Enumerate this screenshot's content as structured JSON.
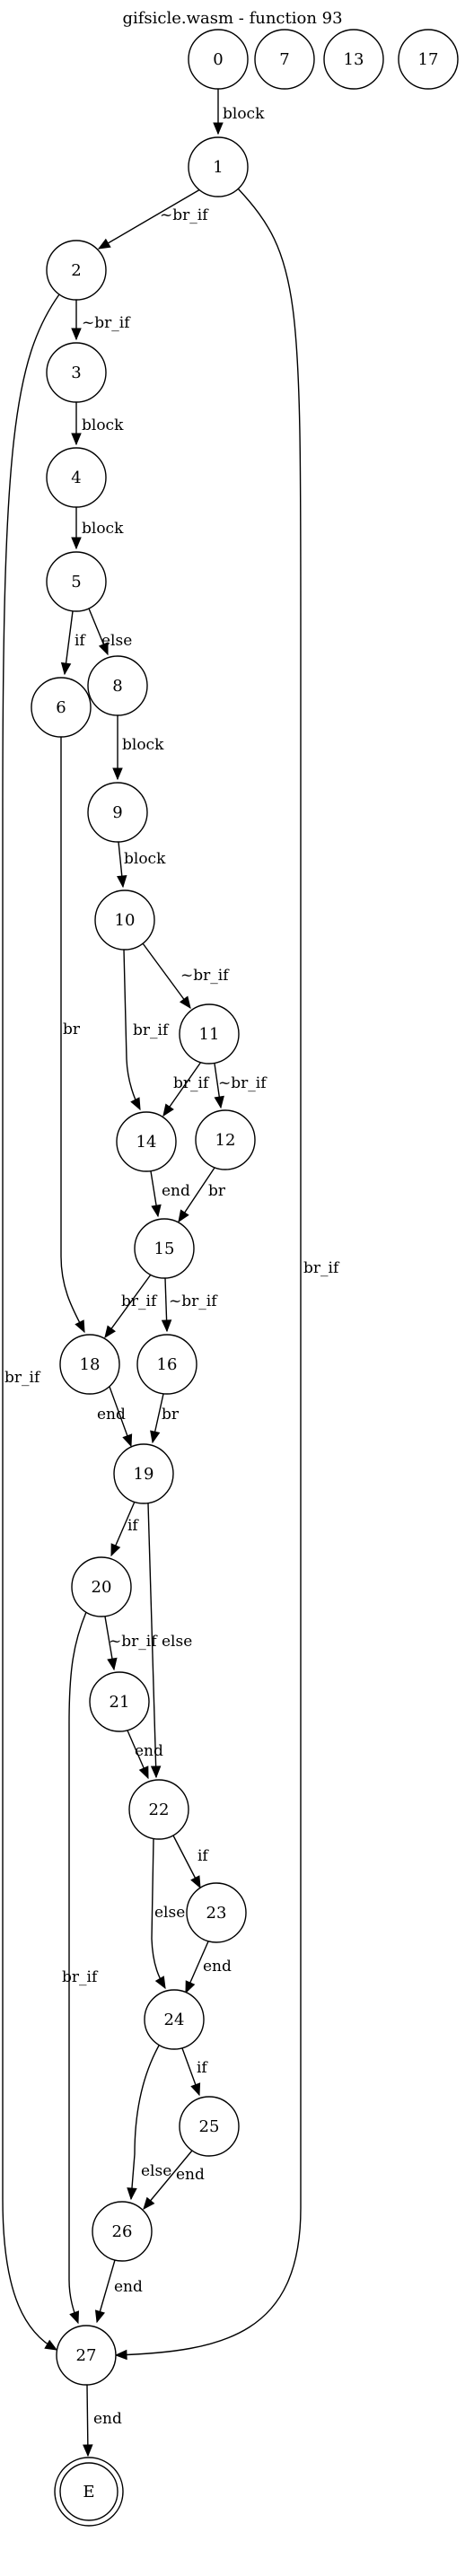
{
  "title": "gifsicle.wasm - function 93",
  "nodes": [
    {
      "id": "0",
      "label": "0"
    },
    {
      "id": "7",
      "label": "7"
    },
    {
      "id": "13",
      "label": "13"
    },
    {
      "id": "17",
      "label": "17"
    },
    {
      "id": "1",
      "label": "1"
    },
    {
      "id": "2",
      "label": "2"
    },
    {
      "id": "3",
      "label": "3"
    },
    {
      "id": "4",
      "label": "4"
    },
    {
      "id": "5",
      "label": "5"
    },
    {
      "id": "6",
      "label": "6"
    },
    {
      "id": "8",
      "label": "8"
    },
    {
      "id": "9",
      "label": "9"
    },
    {
      "id": "10",
      "label": "10"
    },
    {
      "id": "11",
      "label": "11"
    },
    {
      "id": "12",
      "label": "12"
    },
    {
      "id": "14",
      "label": "14"
    },
    {
      "id": "15",
      "label": "15"
    },
    {
      "id": "16",
      "label": "16"
    },
    {
      "id": "18",
      "label": "18"
    },
    {
      "id": "19",
      "label": "19"
    },
    {
      "id": "20",
      "label": "20"
    },
    {
      "id": "21",
      "label": "21"
    },
    {
      "id": "22",
      "label": "22"
    },
    {
      "id": "23",
      "label": "23"
    },
    {
      "id": "24",
      "label": "24"
    },
    {
      "id": "25",
      "label": "25"
    },
    {
      "id": "26",
      "label": "26"
    },
    {
      "id": "27",
      "label": "27"
    },
    {
      "id": "E",
      "label": "E",
      "shape": "doublecircle"
    }
  ],
  "edges": [
    {
      "from": "0",
      "to": "1",
      "label": "block"
    },
    {
      "from": "1",
      "to": "2",
      "label": "~br_if"
    },
    {
      "from": "1",
      "to": "27",
      "label": "br_if"
    },
    {
      "from": "2",
      "to": "3",
      "label": "~br_if"
    },
    {
      "from": "2",
      "to": "27",
      "label": "br_if"
    },
    {
      "from": "3",
      "to": "4",
      "label": "block"
    },
    {
      "from": "4",
      "to": "5",
      "label": "block"
    },
    {
      "from": "5",
      "to": "6",
      "label": "if"
    },
    {
      "from": "5",
      "to": "8",
      "label": "else"
    },
    {
      "from": "6",
      "to": "18",
      "label": "br"
    },
    {
      "from": "8",
      "to": "9",
      "label": "block"
    },
    {
      "from": "9",
      "to": "10",
      "label": "block"
    },
    {
      "from": "10",
      "to": "11",
      "label": "~br_if"
    },
    {
      "from": "10",
      "to": "14",
      "label": "br_if"
    },
    {
      "from": "11",
      "to": "14",
      "label": "br_if"
    },
    {
      "from": "11",
      "to": "12",
      "label": "~br_if"
    },
    {
      "from": "12",
      "to": "15",
      "label": "br"
    },
    {
      "from": "14",
      "to": "15",
      "label": "end"
    },
    {
      "from": "15",
      "to": "18",
      "label": "br_if"
    },
    {
      "from": "15",
      "to": "16",
      "label": "~br_if"
    },
    {
      "from": "16",
      "to": "19",
      "label": "br"
    },
    {
      "from": "18",
      "to": "19",
      "label": "end"
    },
    {
      "from": "19",
      "to": "20",
      "label": "if"
    },
    {
      "from": "19",
      "to": "22",
      "label": "else"
    },
    {
      "from": "20",
      "to": "21",
      "label": "~br_if"
    },
    {
      "from": "20",
      "to": "27",
      "label": "br_if"
    },
    {
      "from": "21",
      "to": "22",
      "label": "end"
    },
    {
      "from": "22",
      "to": "23",
      "label": "if"
    },
    {
      "from": "22",
      "to": "24",
      "label": "else"
    },
    {
      "from": "23",
      "to": "24",
      "label": "end"
    },
    {
      "from": "24",
      "to": "25",
      "label": "if"
    },
    {
      "from": "24",
      "to": "26",
      "label": "else"
    },
    {
      "from": "25",
      "to": "26",
      "label": "end"
    },
    {
      "from": "26",
      "to": "27",
      "label": "end"
    },
    {
      "from": "27",
      "to": "E",
      "label": "end"
    }
  ]
}
